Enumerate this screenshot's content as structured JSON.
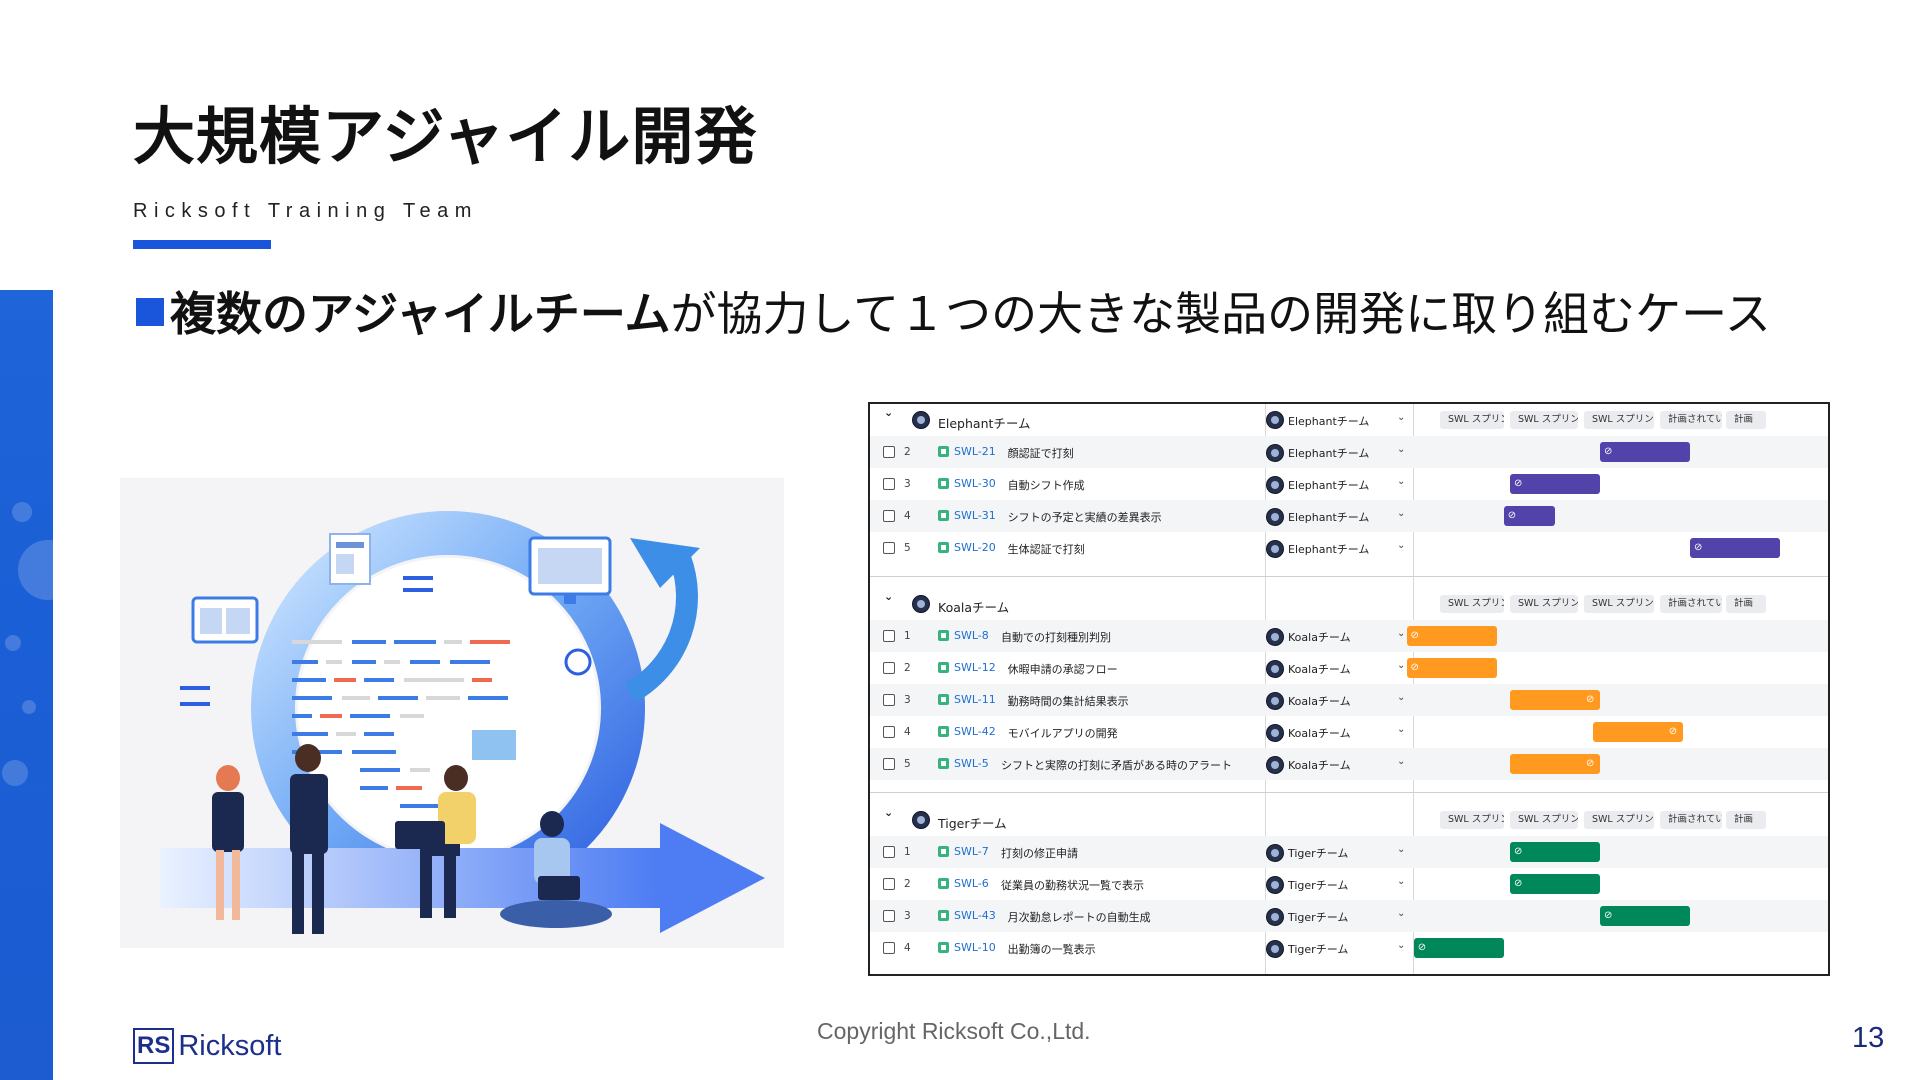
{
  "slide": {
    "title": "大規模アジャイル開発",
    "subtitle": "Ricksoft Training Team",
    "headline_bold": "複数のアジャイルチーム",
    "headline_rest": "が協力して１つの大きな製品の開発に取り組むケース",
    "copyright": "Copyright Ricksoft Co.,Ltd.",
    "page_number": "13",
    "logo_mark": "RS",
    "logo_text": "Ricksoft"
  },
  "colors": {
    "accent": "#1a56db",
    "elephant": "#5243aa",
    "koala": "#ff991f",
    "tiger": "#00875a"
  },
  "gantt": {
    "sprint_labels": [
      "SWL スプリン..",
      "SWL スプリン..",
      "SWL スプリン...",
      "計画されてい...",
      "計画"
    ],
    "groups": [
      {
        "team": "Elephantチーム",
        "team_cell": "Elephantチーム",
        "rows": [
          {
            "num": "2",
            "key": "SWL-21",
            "summary": "顔認証で打刻",
            "team": "Elephantチーム",
            "bar": {
              "start": 1.0,
              "len": 1.0
            }
          },
          {
            "num": "3",
            "key": "SWL-30",
            "summary": "自動シフト作成",
            "team": "Elephantチーム",
            "bar": {
              "start": 0.0,
              "len": 1.0
            }
          },
          {
            "num": "4",
            "key": "SWL-31",
            "summary": "シフトの予定と実績の差異表示",
            "team": "Elephantチーム",
            "bar": {
              "start": -0.07,
              "len": 0.57
            }
          },
          {
            "num": "5",
            "key": "SWL-20",
            "summary": "生体認証で打刻",
            "team": "Elephantチーム",
            "bar": {
              "start": 2.0,
              "len": 1.0
            }
          }
        ]
      },
      {
        "team": "Koalaチーム",
        "team_cell": "",
        "rows": [
          {
            "num": "1",
            "key": "SWL-8",
            "summary": "自動での打刻種別判別",
            "team": "Koalaチーム",
            "bar": {
              "start": -1.15,
              "len": 1.0
            }
          },
          {
            "num": "2",
            "key": "SWL-12",
            "summary": "休暇申請の承認フロー",
            "team": "Koalaチーム",
            "bar": {
              "start": -1.15,
              "len": 1.0
            }
          },
          {
            "num": "3",
            "key": "SWL-11",
            "summary": "勤務時間の集計結果表示",
            "team": "Koalaチーム",
            "bar": {
              "start": 0.0,
              "len": 1.0
            }
          },
          {
            "num": "4",
            "key": "SWL-42",
            "summary": "モバイルアプリの開発",
            "team": "Koalaチーム",
            "bar": {
              "start": 0.92,
              "len": 1.0
            }
          },
          {
            "num": "5",
            "key": "SWL-5",
            "summary": "シフトと実際の打刻に矛盾がある時のアラート",
            "team": "Koalaチーム",
            "bar": {
              "start": 0.0,
              "len": 1.0
            }
          }
        ]
      },
      {
        "team": "Tigerチーム",
        "team_cell": "",
        "rows": [
          {
            "num": "1",
            "key": "SWL-7",
            "summary": "打刻の修正申請",
            "team": "Tigerチーム",
            "bar": {
              "start": 0.0,
              "len": 1.0
            }
          },
          {
            "num": "2",
            "key": "SWL-6",
            "summary": "従業員の勤務状況一覧で表示",
            "team": "Tigerチーム",
            "bar": {
              "start": 0.0,
              "len": 1.0
            }
          },
          {
            "num": "3",
            "key": "SWL-43",
            "summary": "月次勤怠レポートの自動生成",
            "team": "Tigerチーム",
            "bar": {
              "start": 1.0,
              "len": 1.0
            }
          },
          {
            "num": "4",
            "key": "SWL-10",
            "summary": "出勤簿の一覧表示",
            "team": "Tigerチーム",
            "bar": {
              "start": -1.07,
              "len": 1.0
            }
          }
        ]
      }
    ]
  }
}
